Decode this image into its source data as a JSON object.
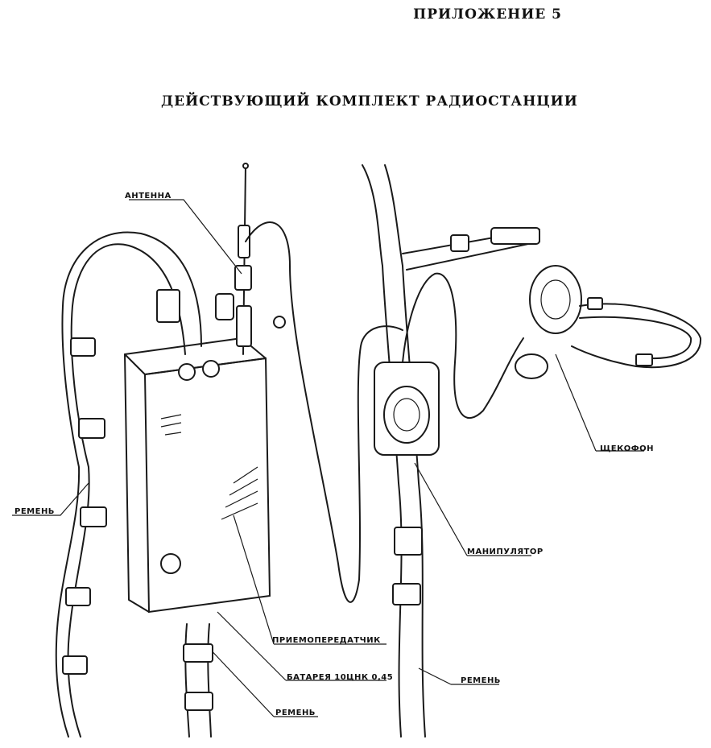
{
  "header": {
    "appendix": "ПРИЛОЖЕНИЕ 5"
  },
  "title": "ДЕЙСТВУЮЩИЙ КОМПЛЕКТ РАДИОСТАНЦИИ",
  "labels": {
    "antenna": "АНТЕННА",
    "strap_left": "РЕМЕНЬ",
    "headset": "ЩЕКОФОН",
    "manipulator": "МАНИПУЛЯТОР",
    "transceiver": "ПРИЕМОПЕРЕДАТЧИК",
    "battery": "БАТАРЕЯ 10ЦНК 0,45",
    "strap_bottom": "РЕМЕНЬ",
    "strap_right": "РЕМЕНЬ"
  }
}
